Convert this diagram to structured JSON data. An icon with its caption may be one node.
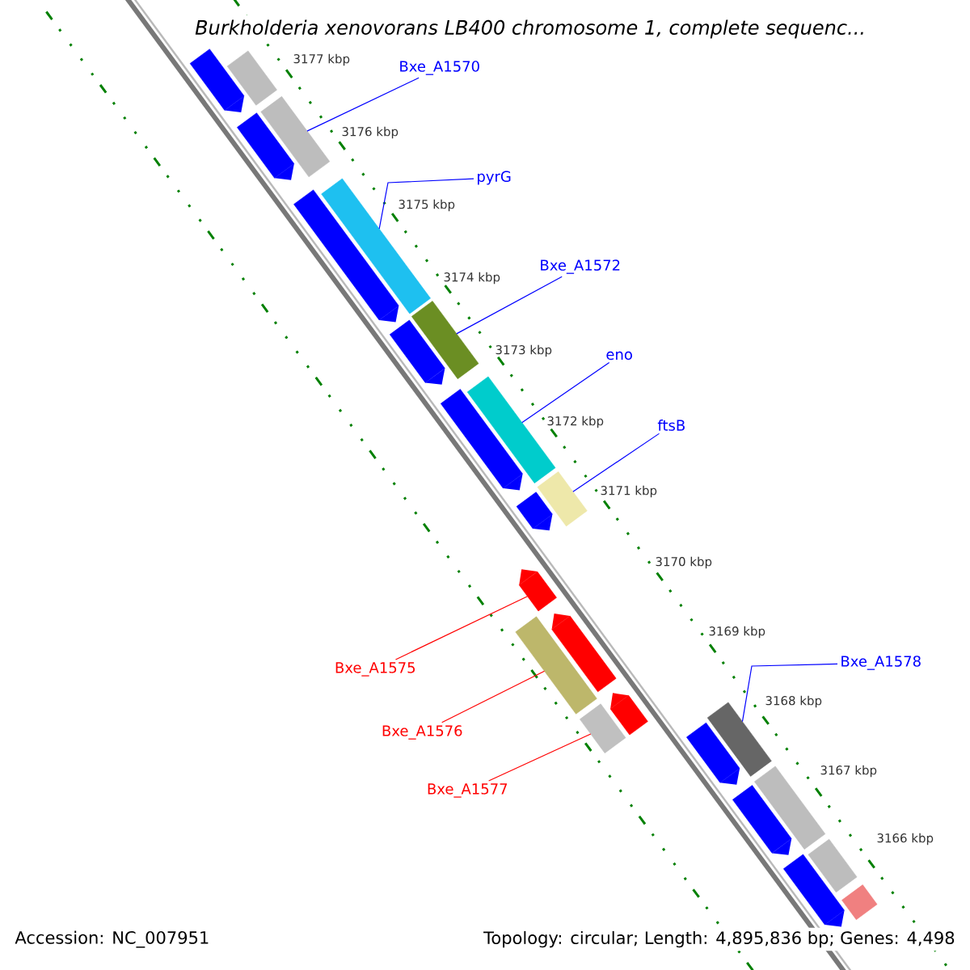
{
  "diagram": {
    "title": "Burkholderia xenovorans LB400 chromosome 1, complete sequenc...",
    "nodes": [
      {
        "text": [
          "Bxe_A1570"
        ]
      },
      {
        "text": [
          "pyrG"
        ]
      },
      {
        "text": [
          "Bxe_A1572"
        ]
      },
      {
        "text": [
          "eno"
        ]
      },
      {
        "text": [
          "ftsB"
        ]
      },
      {
        "text": [
          "Bxe_A1578"
        ]
      },
      {
        "text": [
          "Bxe_A1575"
        ]
      },
      {
        "text": [
          "Bxe_A1576"
        ]
      },
      {
        "text": [
          "Bxe_A1577"
        ]
      },
      {
        "text": [],
        "shape": "bar"
      },
      {
        "text": [],
        "shape": "arrow"
      },
      {
        "text": [],
        "shape": "bar"
      },
      {
        "text": [],
        "shape": "arrow"
      },
      {
        "text": [],
        "shape": "bar"
      },
      {
        "text": [],
        "shape": "arrow"
      },
      {
        "text": [],
        "shape": "bar"
      },
      {
        "text": [],
        "shape": "arrow"
      },
      {
        "text": [],
        "shape": "bar"
      },
      {
        "text": [],
        "shape": "arrow"
      },
      {
        "text": [],
        "shape": "bar"
      },
      {
        "text": [],
        "shape": "arrow"
      },
      {
        "text": [],
        "shape": "arrow"
      },
      {
        "text": [],
        "shape": "arrow"
      },
      {
        "text": [],
        "shape": "bar"
      },
      {
        "text": [],
        "shape": "arrow"
      },
      {
        "text": [],
        "shape": "bar"
      },
      {
        "text": [],
        "shape": "bar"
      },
      {
        "text": [],
        "shape": "arrow"
      },
      {
        "text": [],
        "shape": "bar"
      },
      {
        "text": [],
        "shape": "arrow"
      },
      {
        "text": [],
        "shape": "bar"
      },
      {
        "text": [],
        "shape": "arrow"
      },
      {
        "text": [],
        "shape": "bar"
      }
    ],
    "edges": [
      {
        "from": 0,
        "to": 11,
        "arrow": "none"
      },
      {
        "from": 1,
        "to": 13,
        "arrow": "none"
      },
      {
        "from": 2,
        "to": 15,
        "arrow": "none"
      },
      {
        "from": 3,
        "to": 17,
        "arrow": "none"
      },
      {
        "from": 4,
        "to": 19,
        "arrow": "none"
      },
      {
        "from": 5,
        "to": 25,
        "arrow": "none"
      },
      {
        "from": 6,
        "to": 21,
        "arrow": "none",
        "color": "#ff0000"
      },
      {
        "from": 7,
        "to": 23,
        "arrow": "none",
        "color": "#ff0000"
      },
      {
        "from": 8,
        "to": 26,
        "arrow": "none",
        "color": "#ff0000"
      }
    ],
    "labels": [
      "3177 kbp",
      "3176 kbp",
      "3175 kbp",
      "3174 kbp",
      "3173 kbp",
      "3172 kbp",
      "3171 kbp",
      "3170 kbp",
      "3169 kbp",
      "3168 kbp",
      "3167 kbp",
      "3166 kbp",
      "Accession: NC_007951",
      "Topology: circular; Length: 4,895,836 bp; Genes: 4,498"
    ]
  }
}
